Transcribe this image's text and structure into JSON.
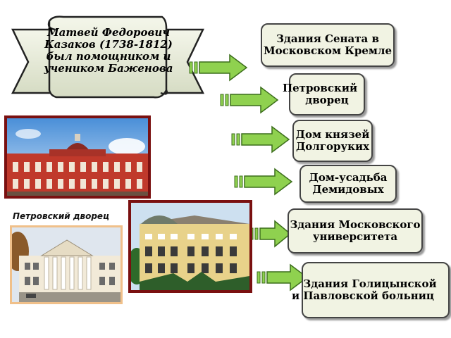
{
  "banner": {
    "lines": [
      "Матвей Федорович",
      "Казаков (1738-1812)",
      "был помощником и",
      "учеником Баженова"
    ]
  },
  "buildings": [
    {
      "lines": [
        "Здания Сената в",
        "Московском Кремле"
      ]
    },
    {
      "lines": [
        "Петровский",
        "дворец"
      ]
    },
    {
      "lines": [
        "Дом князей",
        "Долгоруких"
      ]
    },
    {
      "lines": [
        "Дом-усадьба",
        "Демидовых"
      ]
    },
    {
      "lines": [
        "Здания Московского",
        "университета"
      ]
    },
    {
      "lines": [
        "Здания Голицынской",
        "и Павловской больниц"
      ]
    }
  ],
  "photos": {
    "caption": "Петровский дворец"
  },
  "colors": {
    "arrow_fill": "#8fd14f",
    "arrow_stroke": "#3c6e1c",
    "box_fill": "#f1f3e3",
    "frame_red": "#7a1010",
    "frame_orange": "#f0c08a"
  }
}
